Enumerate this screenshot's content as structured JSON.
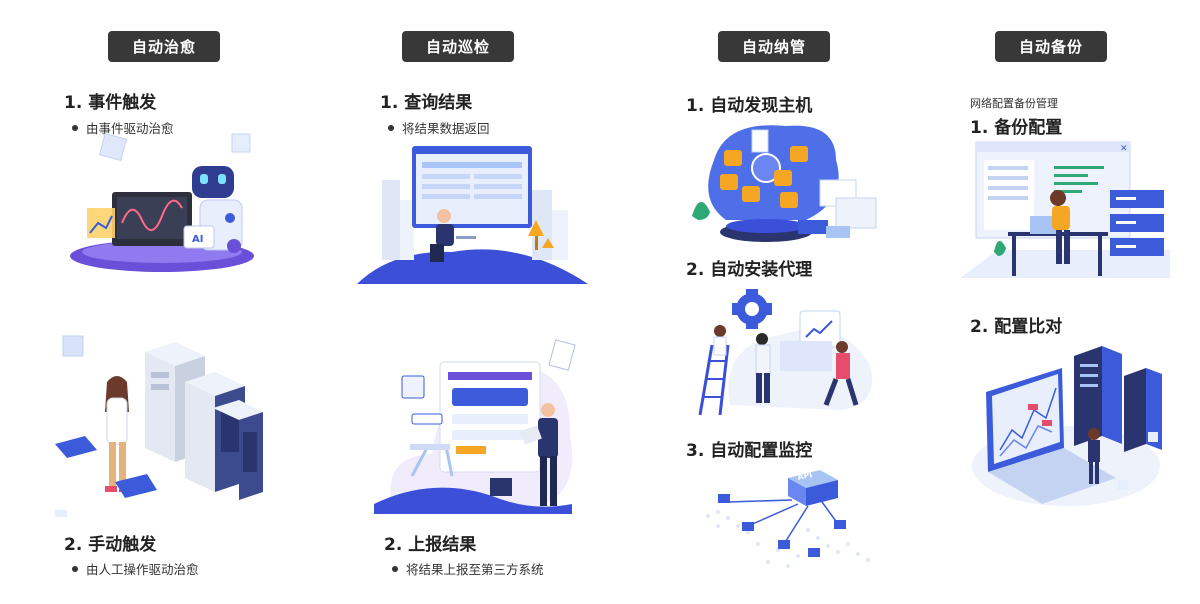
{
  "columns": [
    {
      "title": "自动治愈",
      "items": [
        {
          "heading": "1. 事件触发",
          "bullet": "由事件驱动治愈"
        },
        {
          "heading": "2. 手动触发",
          "bullet": "由人工操作驱动治愈"
        }
      ]
    },
    {
      "title": "自动巡检",
      "items": [
        {
          "heading": "1. 查询结果",
          "bullet": "将结果数据返回"
        },
        {
          "heading": "2. 上报结果",
          "bullet": "将结果上报至第三方系统"
        }
      ]
    },
    {
      "title": "自动纳管",
      "items": [
        {
          "heading": "1. 自动发现主机"
        },
        {
          "heading": "2. 自动安装代理"
        },
        {
          "heading": "3. 自动配置监控"
        }
      ]
    },
    {
      "title": "自动备份",
      "caption": "网络配置备份管理",
      "items": [
        {
          "heading": "1. 备份配置"
        },
        {
          "heading": "2. 配置比对"
        }
      ]
    }
  ],
  "illustration_text": {
    "robot_badge": "AI",
    "api_label": "API"
  },
  "colors": {
    "pill_bg": "#383838",
    "accent_blue": "#3b5bdb",
    "light_blue": "#a8c4f5",
    "orange": "#f5a623"
  }
}
